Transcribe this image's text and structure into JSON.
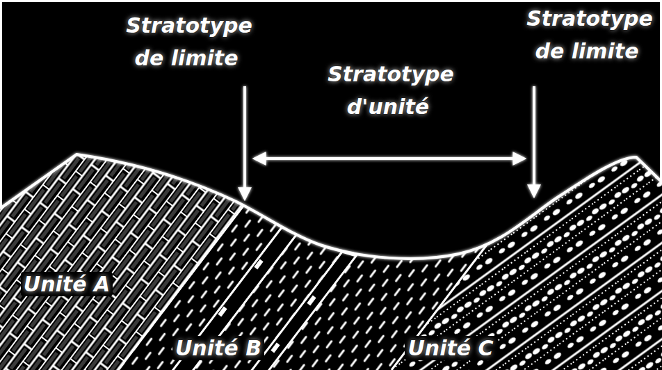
{
  "diagram": {
    "labels": [
      "Stratotype de limite",
      "Stratotype d'unité",
      "Stratotype de limite",
      "Unité A",
      "Unité B",
      "Unité C"
    ]
  }
}
